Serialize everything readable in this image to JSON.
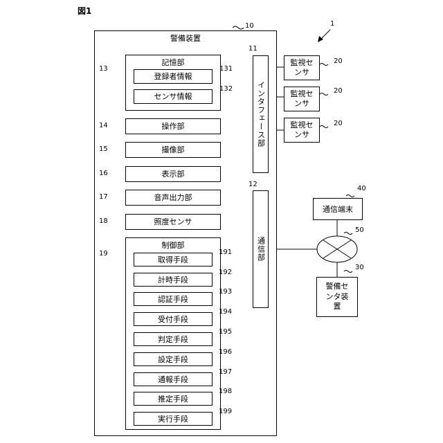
{
  "figure_label": "図1",
  "system_ref": "1",
  "security_device": {
    "title": "警備装置",
    "ref": "10"
  },
  "storage": {
    "title": "記憶部",
    "ref": "13",
    "items": [
      {
        "label": "登録者情報",
        "ref": "131"
      },
      {
        "label": "センサ情報",
        "ref": "132"
      }
    ]
  },
  "units": [
    {
      "label": "操作部",
      "ref": "14"
    },
    {
      "label": "撮像部",
      "ref": "15"
    },
    {
      "label": "表示部",
      "ref": "16"
    },
    {
      "label": "音声出力部",
      "ref": "17"
    },
    {
      "label": "照度センサ",
      "ref": "18"
    }
  ],
  "control": {
    "title": "制御部",
    "ref": "19",
    "items": [
      {
        "label": "取得手段",
        "ref": "191"
      },
      {
        "label": "計時手段",
        "ref": "192"
      },
      {
        "label": "認証手段",
        "ref": "193"
      },
      {
        "label": "受付手段",
        "ref": "194"
      },
      {
        "label": "判定手段",
        "ref": "195"
      },
      {
        "label": "設定手段",
        "ref": "196"
      },
      {
        "label": "通報手段",
        "ref": "197"
      },
      {
        "label": "推定手段",
        "ref": "198"
      },
      {
        "label": "実行手段",
        "ref": "199"
      }
    ]
  },
  "interface": {
    "label": "インタフェース部",
    "ref": "11"
  },
  "comm": {
    "label": "通信部",
    "ref": "12"
  },
  "sensors": [
    {
      "label": "監視センサ",
      "ref": "20"
    },
    {
      "label": "監視センサ",
      "ref": "20"
    },
    {
      "label": "監視センサ",
      "ref": "20"
    }
  ],
  "terminal": {
    "label": "通信端末",
    "ref": "40"
  },
  "network": {
    "ref": "50"
  },
  "center": {
    "label": "警備センタ装置",
    "ref": "30"
  }
}
